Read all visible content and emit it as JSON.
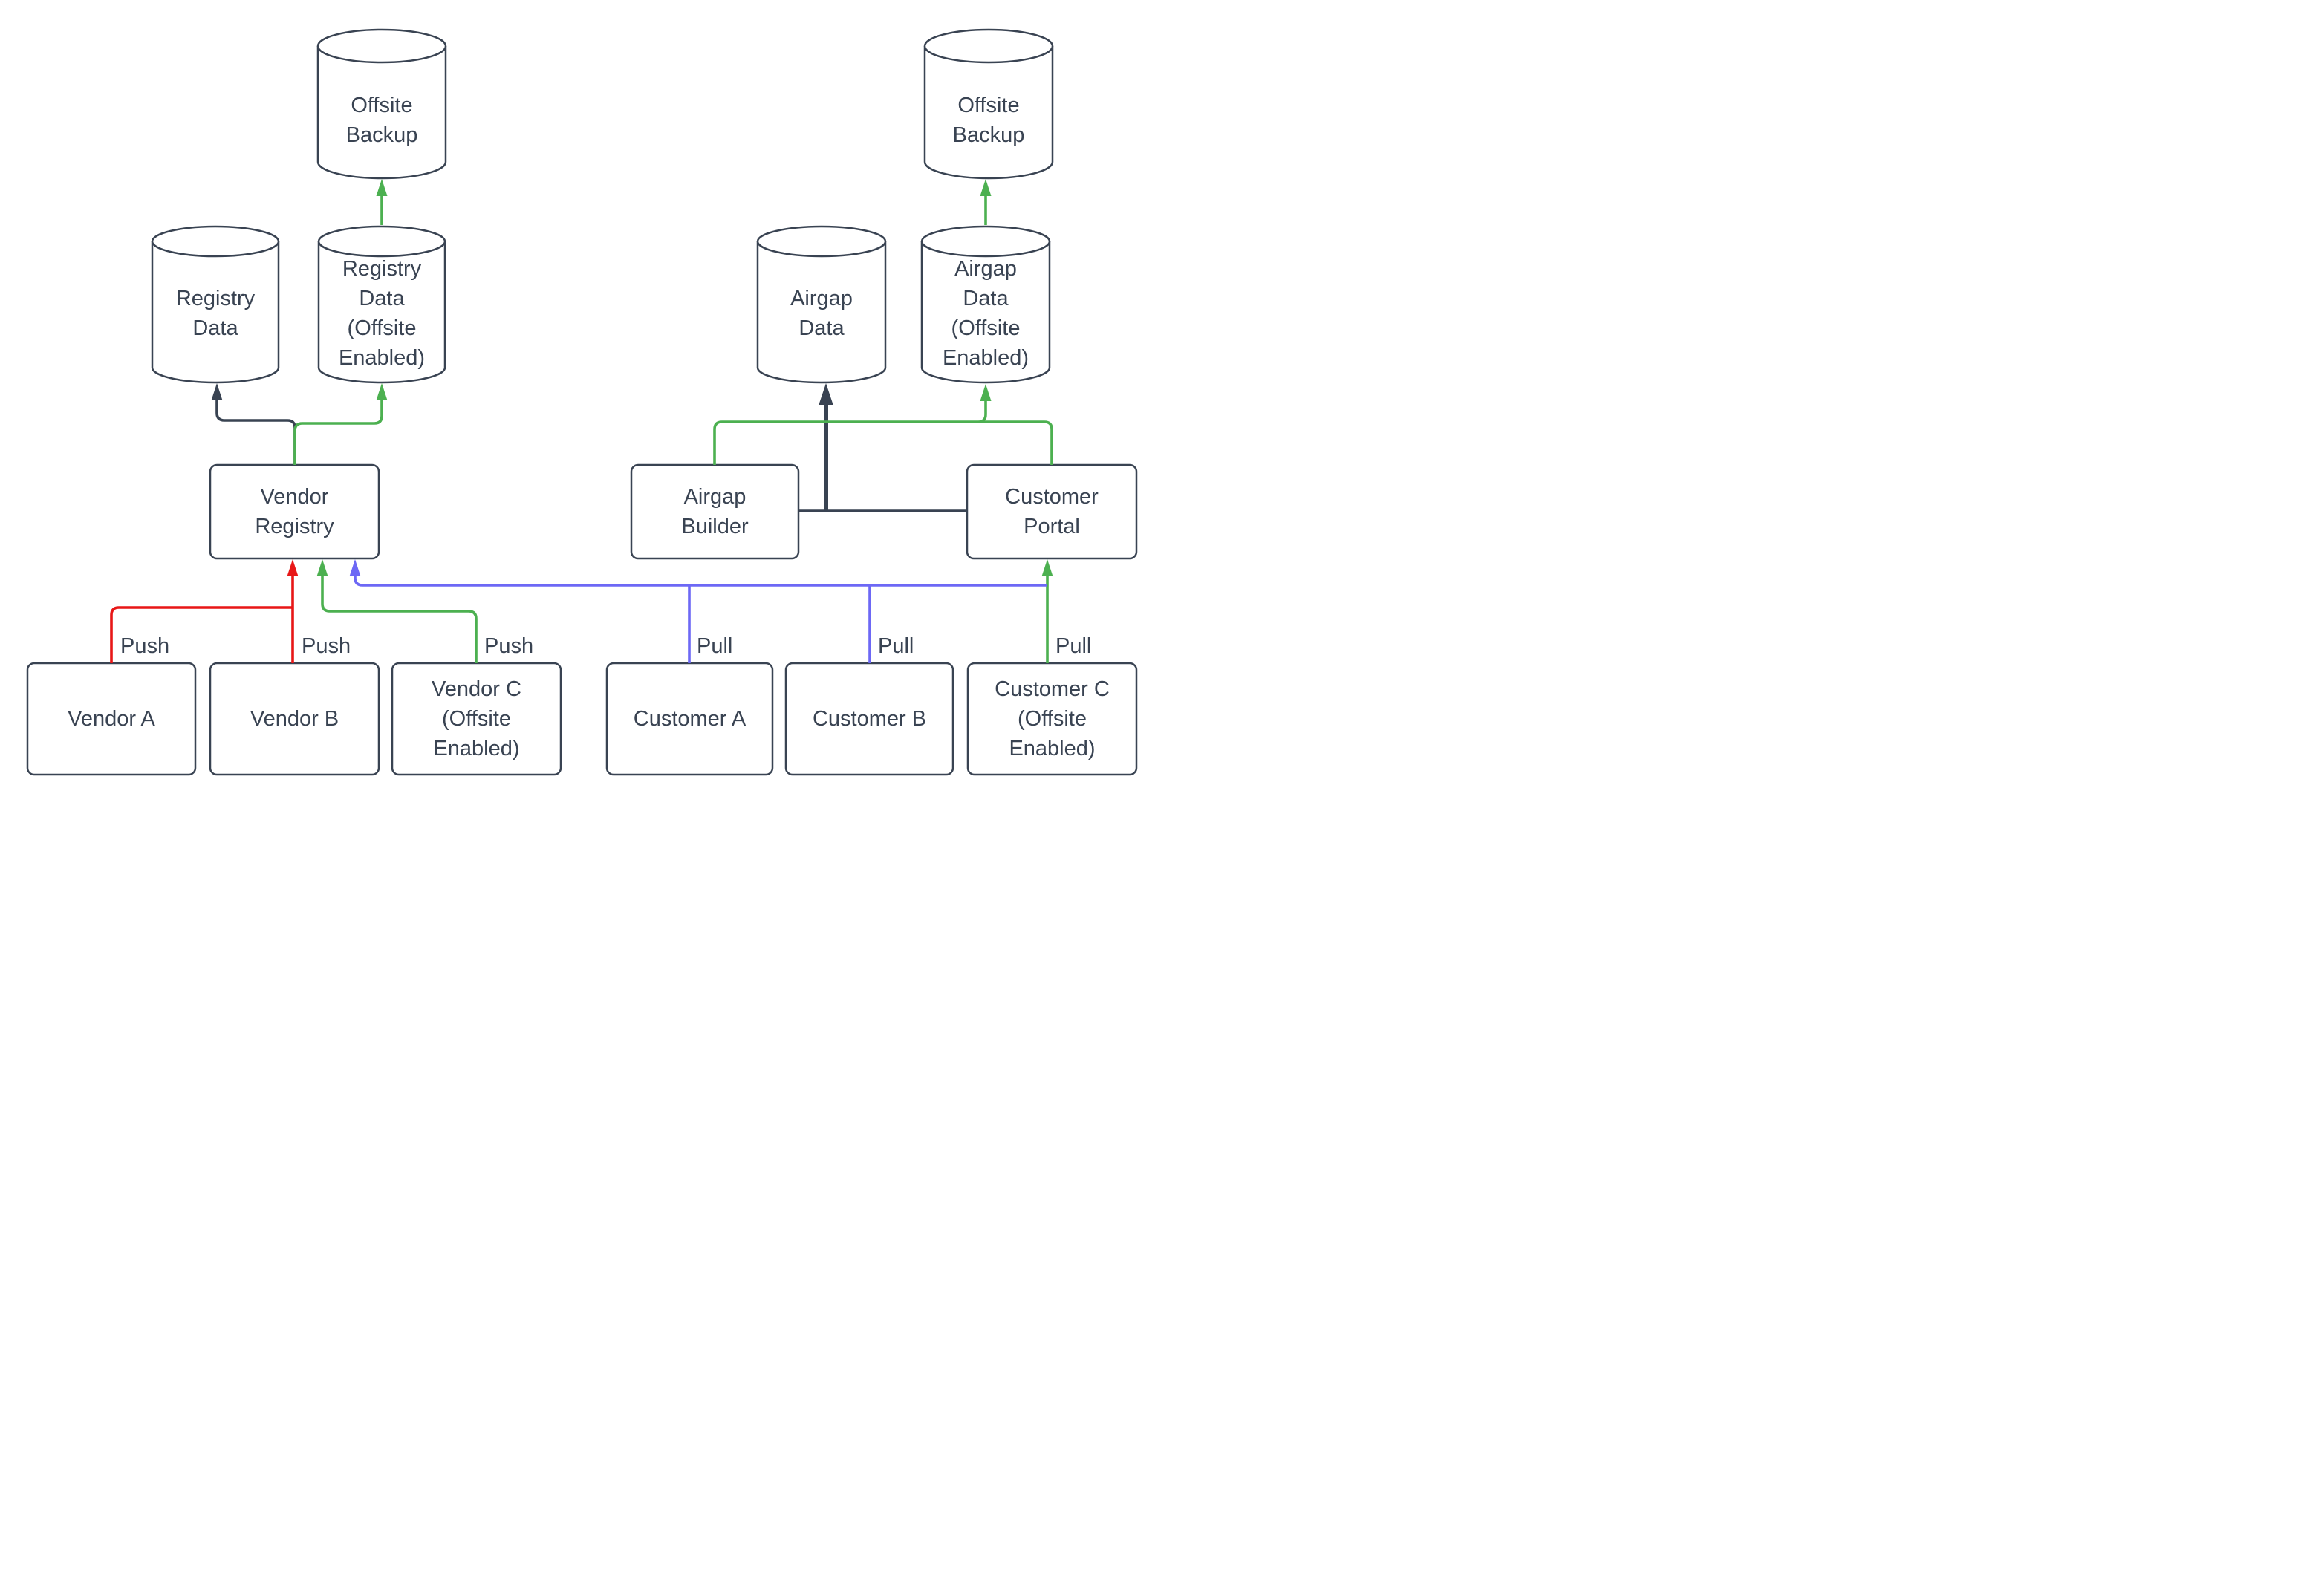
{
  "diagram": {
    "nodes": {
      "offsite_backup_left": {
        "label": "Offsite\nBackup"
      },
      "offsite_backup_right": {
        "label": "Offsite\nBackup"
      },
      "registry_data": {
        "label": "Registry\nData"
      },
      "registry_data_offsite": {
        "label": "Registry\nData\n(Offsite\nEnabled)"
      },
      "airgap_data": {
        "label": "Airgap\nData"
      },
      "airgap_data_offsite": {
        "label": "Airgap\nData\n(Offsite\nEnabled)"
      },
      "vendor_registry": {
        "label": "Vendor\nRegistry"
      },
      "airgap_builder": {
        "label": "Airgap\nBuilder"
      },
      "customer_portal": {
        "label": "Customer\nPortal"
      },
      "vendor_a": {
        "label": "Vendor A"
      },
      "vendor_b": {
        "label": "Vendor B"
      },
      "vendor_c": {
        "label": "Vendor C\n(Offsite\nEnabled)"
      },
      "customer_a": {
        "label": "Customer A"
      },
      "customer_b": {
        "label": "Customer B"
      },
      "customer_c": {
        "label": "Customer C\n(Offsite\nEnabled)"
      }
    },
    "edge_labels": {
      "push_vendor_a": "Push",
      "push_vendor_b": "Push",
      "push_vendor_c": "Push",
      "pull_customer_a": "Pull",
      "pull_customer_b": "Pull",
      "pull_customer_c": "Pull"
    },
    "colors": {
      "outline": "#394352",
      "offsite_flow": "#4cb050",
      "push_flow": "#e81717",
      "pull_flow": "#6d68f5",
      "background": "#ffffff"
    }
  }
}
